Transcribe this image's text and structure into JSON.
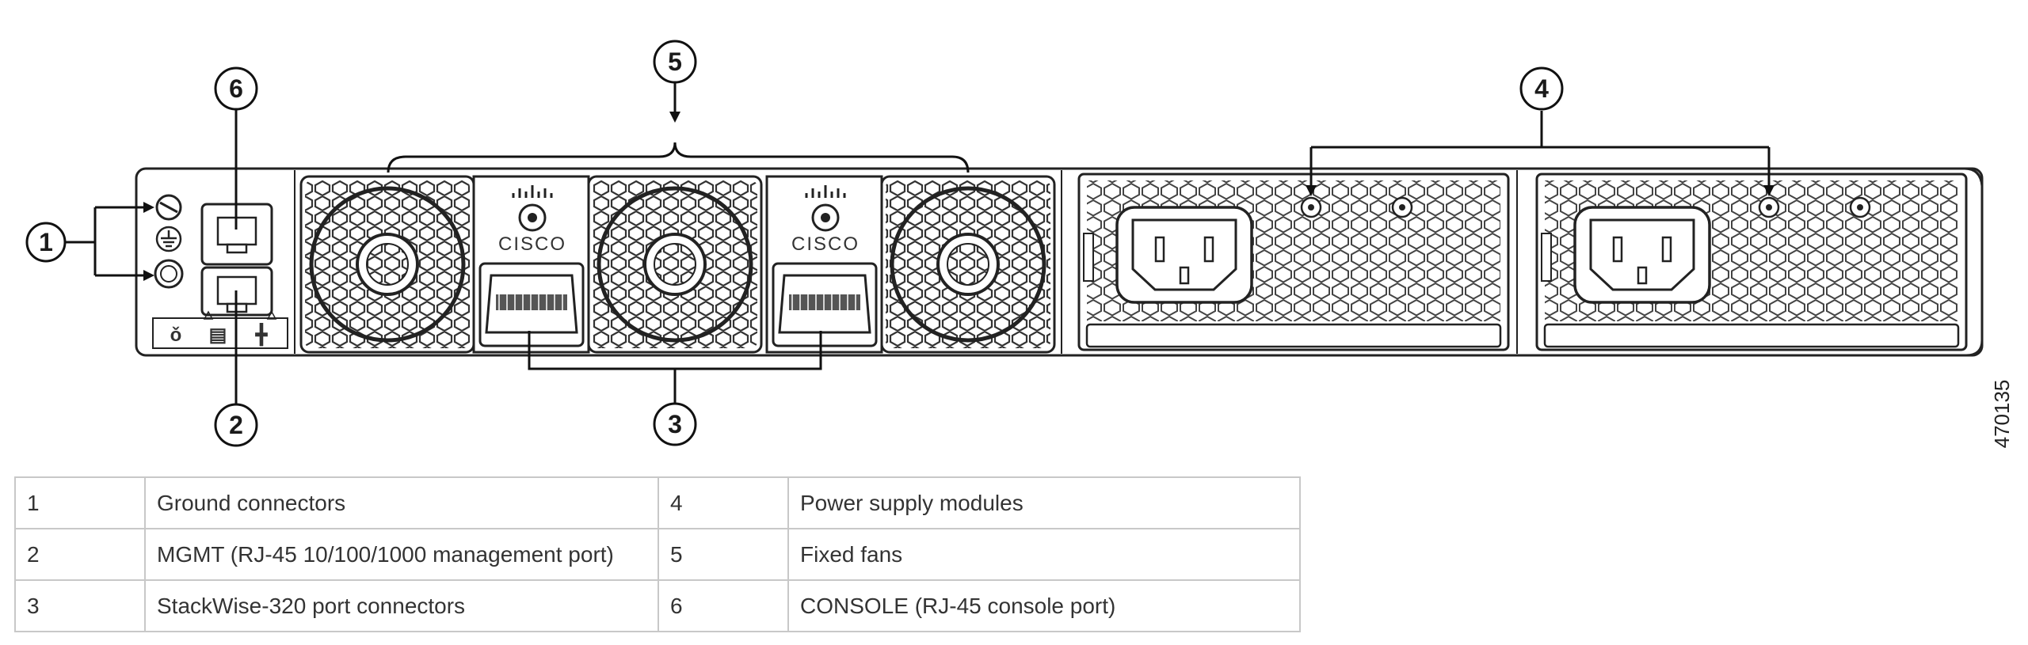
{
  "figure_id": "470135",
  "callouts": [
    "1",
    "2",
    "3",
    "4",
    "5",
    "6"
  ],
  "port_marks": {
    "logo_text": "CISCO",
    "label_a": "ǒ",
    "label_b": "▤",
    "label_c": "╋"
  },
  "legend": {
    "rows": [
      {
        "num_a": "1",
        "text_a": "Ground connectors",
        "num_b": "4",
        "text_b": "Power supply modules"
      },
      {
        "num_a": "2",
        "text_a": "MGMT (RJ-45 10/100/1000 management port)",
        "num_b": "5",
        "text_b": "Fixed fans"
      },
      {
        "num_a": "3",
        "text_a": "StackWise-320 port connectors",
        "num_b": "6",
        "text_b": "CONSOLE (RJ-45 console port)"
      }
    ]
  }
}
